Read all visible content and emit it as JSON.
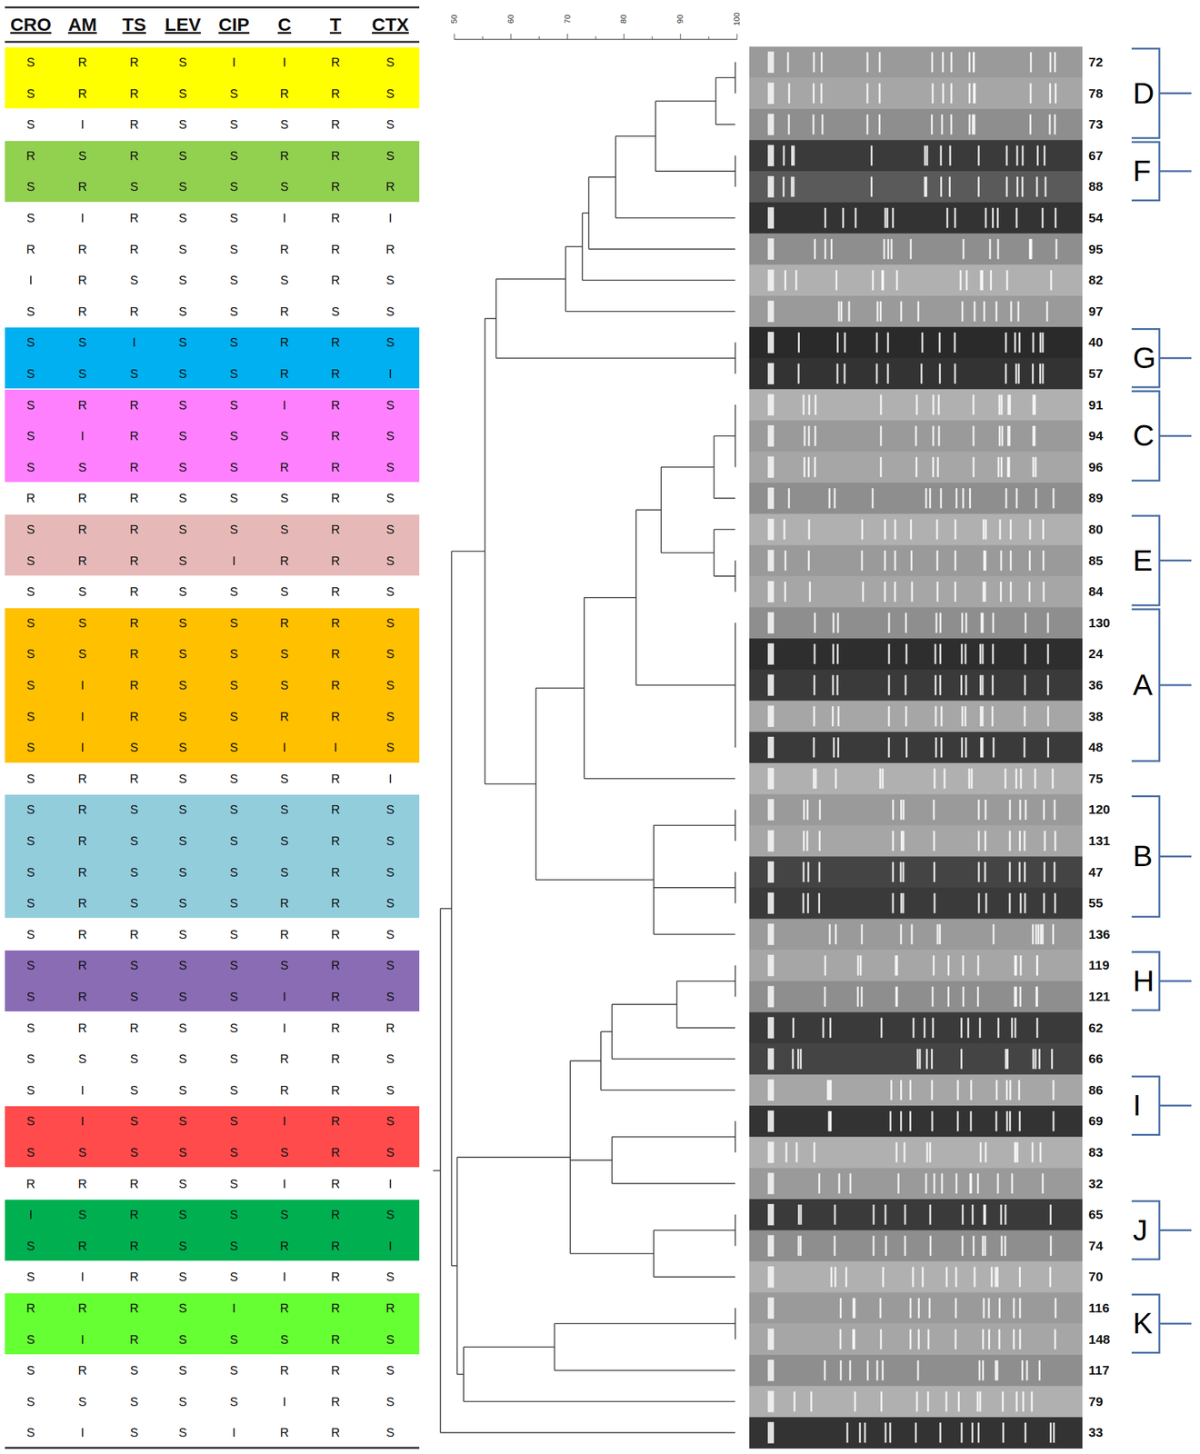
{
  "diagram": {
    "nodes": [
      {
        "text": [
          "S",
          "R",
          "R",
          "S",
          "I",
          "I",
          "R",
          "S",
          "S",
          "R",
          "R",
          "S",
          "S",
          "R",
          "R",
          "S"
        ]
      },
      {
        "text": [
          "R",
          "S",
          "R",
          "S",
          "S",
          "R",
          "R",
          "S",
          "S",
          "R",
          "S",
          "S",
          "S",
          "S",
          "R",
          "R"
        ]
      },
      {
        "text": [
          "S",
          "S",
          "I",
          "S",
          "S",
          "R",
          "R",
          "S",
          "S",
          "S",
          "S",
          "S",
          "S",
          "R",
          "R",
          "I"
        ]
      },
      {
        "text": [
          "S",
          "R",
          "R",
          "S",
          "S",
          "I",
          "R",
          "S",
          "S",
          "I",
          "R",
          "S",
          "S",
          "S",
          "R",
          "S",
          "S",
          "S",
          "R",
          "S",
          "S",
          "R",
          "R",
          "S"
        ]
      },
      {
        "text": [
          "S",
          "R",
          "R",
          "S",
          "S",
          "S",
          "R",
          "S",
          "S",
          "R",
          "R",
          "S",
          "I",
          "R",
          "R",
          "S"
        ]
      },
      {
        "text": [
          "S",
          "S",
          "R",
          "S",
          "S",
          "R",
          "R",
          "S",
          "S",
          "S",
          "R",
          "S",
          "S",
          "S",
          "R",
          "S",
          "S",
          "I",
          "R",
          "S",
          "S",
          "S",
          "R",
          "S",
          "S",
          "I",
          "R",
          "S",
          "S",
          "R",
          "R",
          "S",
          "S",
          "I",
          "S",
          "S",
          "S",
          "I",
          "I",
          "S"
        ]
      },
      {
        "text": [
          "S",
          "R",
          "S",
          "S",
          "S",
          "S",
          "R",
          "S",
          "S",
          "R",
          "S",
          "S",
          "S",
          "S",
          "R",
          "S",
          "S",
          "R",
          "S",
          "S",
          "S",
          "S",
          "R",
          "S",
          "S",
          "R",
          "S",
          "S",
          "S",
          "R",
          "R",
          "S"
        ]
      },
      {
        "text": [
          "S",
          "R",
          "S",
          "S",
          "S",
          "S",
          "R",
          "S",
          "S",
          "R",
          "S",
          "S",
          "S",
          "I",
          "R",
          "S"
        ]
      },
      {
        "text": [
          "S",
          "I",
          "S",
          "S",
          "S",
          "I",
          "R",
          "S",
          "S",
          "S",
          "S",
          "S",
          "S",
          "S",
          "R",
          "S"
        ]
      },
      {
        "text": [
          "I",
          "S",
          "R",
          "S",
          "S",
          "S",
          "R",
          "S",
          "S",
          "R",
          "R",
          "S",
          "S",
          "R",
          "R",
          "I"
        ]
      },
      {
        "text": [
          "R",
          "R",
          "R",
          "S",
          "I",
          "R",
          "R",
          "R",
          "S",
          "I",
          "R",
          "S",
          "S",
          "S",
          "R",
          "S"
        ]
      }
    ],
    "labels": [
      "CRO",
      "AM",
      "TS",
      "LEV",
      "CIP",
      "C",
      "T",
      "CTX",
      "50",
      "60",
      "70",
      "80",
      "90",
      "100",
      "S",
      "I",
      "R",
      "S",
      "S",
      "S",
      "R",
      "S",
      "S",
      "I",
      "R",
      "S",
      "S",
      "I",
      "R",
      "I",
      "R",
      "R",
      "R",
      "S",
      "S",
      "R",
      "R",
      "R",
      "I",
      "R",
      "S",
      "S",
      "S",
      "S",
      "R",
      "S",
      "S",
      "R",
      "R",
      "S",
      "S",
      "R",
      "S",
      "S",
      "R",
      "R",
      "R",
      "S",
      "S",
      "S",
      "R",
      "S",
      "S",
      "S",
      "R",
      "S",
      "S",
      "S",
      "R",
      "S",
      "S",
      "R",
      "R",
      "S",
      "S",
      "S",
      "R",
      "I",
      "S",
      "R",
      "R",
      "S",
      "S",
      "R",
      "R",
      "S",
      "S",
      "R",
      "R",
      "S",
      "S",
      "I",
      "R",
      "R",
      "S",
      "S",
      "S",
      "S",
      "S",
      "R",
      "R",
      "S",
      "S",
      "I",
      "S",
      "S",
      "S",
      "R",
      "R",
      "S",
      "R",
      "R",
      "R",
      "S",
      "S",
      "I",
      "R",
      "I",
      "S",
      "I",
      "R",
      "S",
      "S",
      "I",
      "R",
      "S",
      "S",
      "R",
      "S",
      "S",
      "S",
      "R",
      "R",
      "S",
      "S",
      "S",
      "S",
      "S",
      "S",
      "I",
      "R",
      "S",
      "S",
      "I",
      "S",
      "S",
      "I",
      "R",
      "R",
      "S",
      "72",
      "78",
      "73",
      "67",
      "88",
      "54",
      "95",
      "82",
      "97",
      "40",
      "57",
      "91",
      "94",
      "96",
      "89",
      "80",
      "85",
      "84",
      "130",
      "24",
      "36",
      "38",
      "48",
      "75",
      "120",
      "131",
      "47",
      "55",
      "136",
      "119",
      "121",
      "62",
      "66",
      "86",
      "69",
      "83",
      "32",
      "65",
      "74",
      "70",
      "116",
      "148",
      "117",
      "79",
      "33",
      "D",
      "F",
      "G",
      "C",
      "E",
      "A",
      "B",
      "H",
      "I",
      "J",
      "K"
    ]
  }
}
